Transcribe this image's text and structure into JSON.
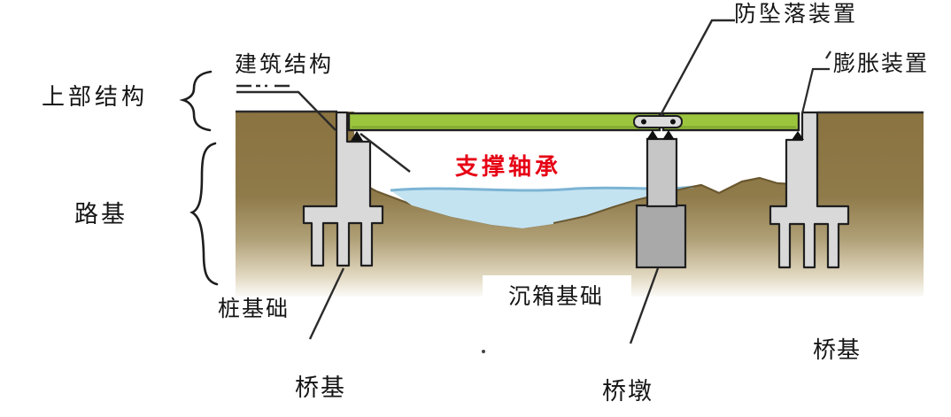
{
  "labels": {
    "superstructure": "上部结构",
    "building_structure": "建筑结构",
    "anti_fall_device": "防坠落装置",
    "expansion_device": "膨胀装置",
    "support_bearing": "支撑轴承",
    "roadbed": "路基",
    "pile_foundation": "桩基础",
    "caisson_foundation": "沉箱基础",
    "bridge_foundation_left": "桥基",
    "bridge_pier": "桥墩",
    "bridge_foundation_right": "桥基"
  },
  "colors": {
    "deck_green": "#9cc53e",
    "deck_green_dark": "#78a12c",
    "ground_brown": "#8a7340",
    "ridge_brown": "#6b5830",
    "water_fill": "#c4e3f1",
    "water_surface": "#7cb4d4",
    "abutment_gray": "#d9d9d9",
    "pier_gray": "#c6c6c6",
    "caisson_gray": "#a9a9a9",
    "plate_gray": "#dcdcdc",
    "outline_black": "#1f1f1f",
    "leader_line": "#2a2a2a",
    "label_black": "#151515",
    "label_red": "#e60014"
  }
}
